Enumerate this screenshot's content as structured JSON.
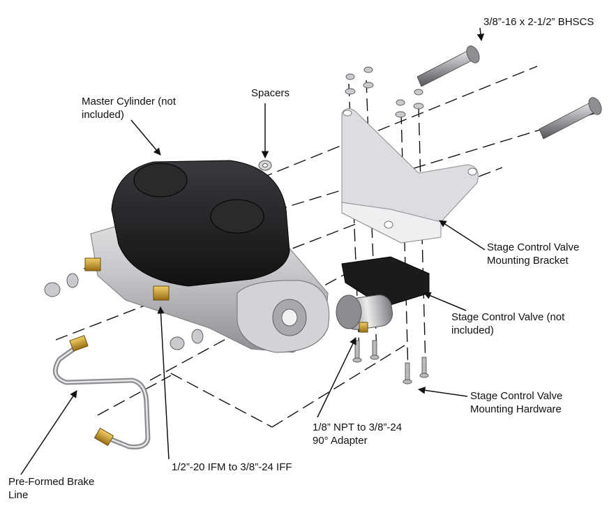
{
  "labels": {
    "bolt": "3/8”-16 x 2-1/2” BHSCS",
    "master_cylinder_l1": "Master Cylinder (not",
    "master_cylinder_l2": "included)",
    "spacers": "Spacers",
    "bracket_l1": "Stage Control Valve",
    "bracket_l2": "Mounting Bracket",
    "valve_l1": "Stage Control Valve (not",
    "valve_l2": "included)",
    "hardware_l1": "Stage Control Valve",
    "hardware_l2": "Mounting Hardware",
    "adapter_l1": "1/8” NPT to 3/8”-24",
    "adapter_l2": "90° Adapter",
    "fitting": "1/2”-20 IFM to 3/8”-24 IFF",
    "brake_line_l1": "Pre-Formed Brake",
    "brake_line_l2": "Line"
  },
  "colors": {
    "reservoir": "#1c1c1e",
    "body": "#c9cacd",
    "bracket": "#d9dadd",
    "brass": "#c79a2a",
    "line": "#111111"
  }
}
